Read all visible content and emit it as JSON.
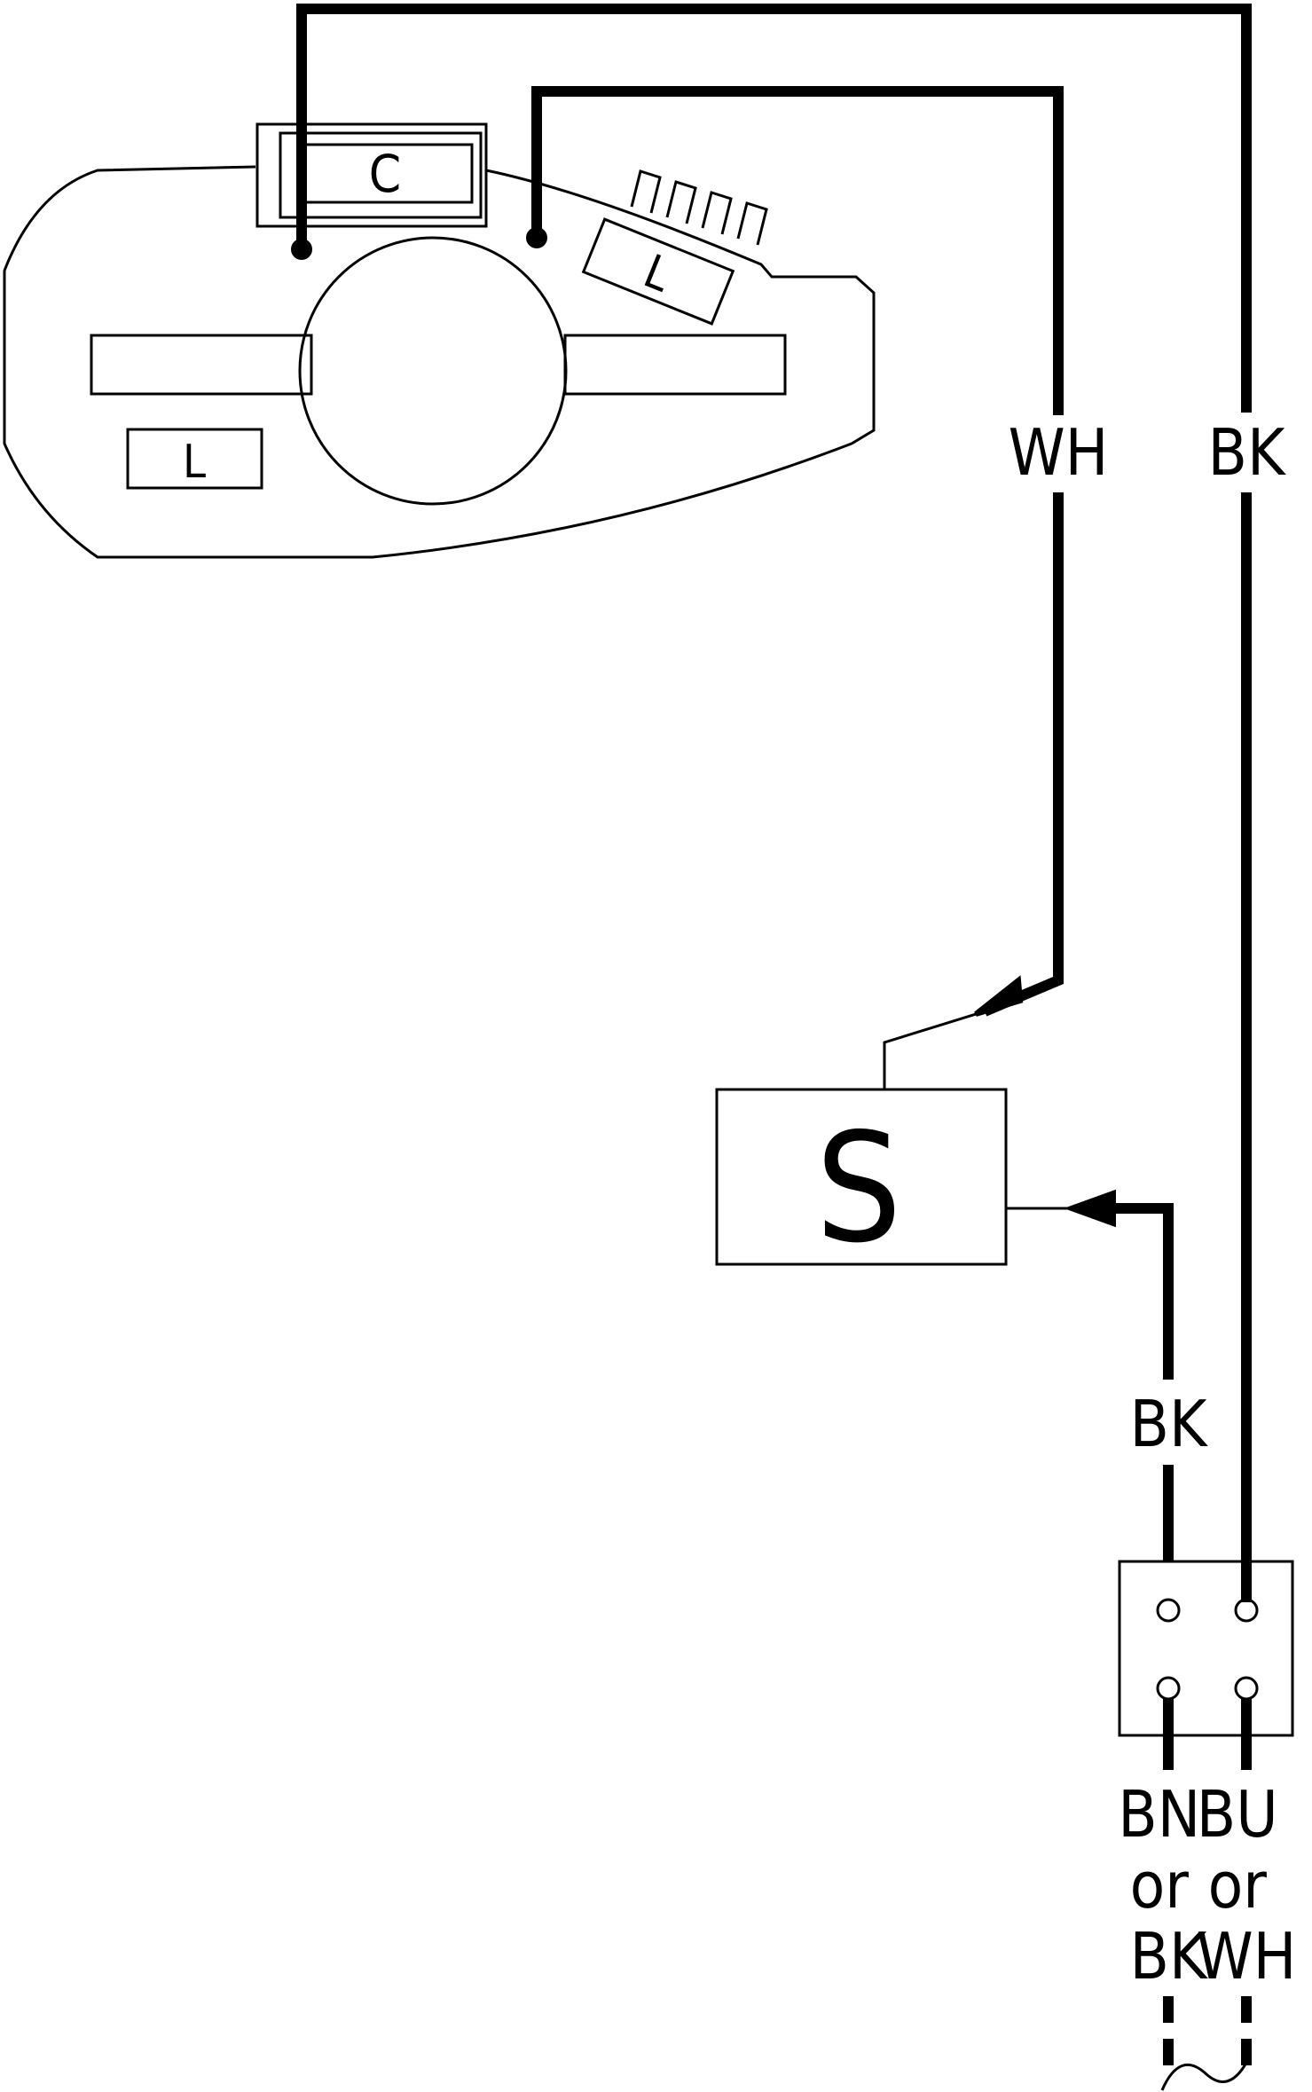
{
  "motor": {
    "capacitor_label": "C",
    "coil_top_label": "L",
    "coil_left_label": "L"
  },
  "switch": {
    "label": "S"
  },
  "wires": {
    "white_label": "WH",
    "black_top_label": "BK",
    "black_supply_label": "BK"
  },
  "terminal_block": {
    "left_supply_label": [
      "BN",
      "or",
      "BK"
    ],
    "right_supply_label": [
      "BU",
      "or",
      "WH"
    ]
  }
}
